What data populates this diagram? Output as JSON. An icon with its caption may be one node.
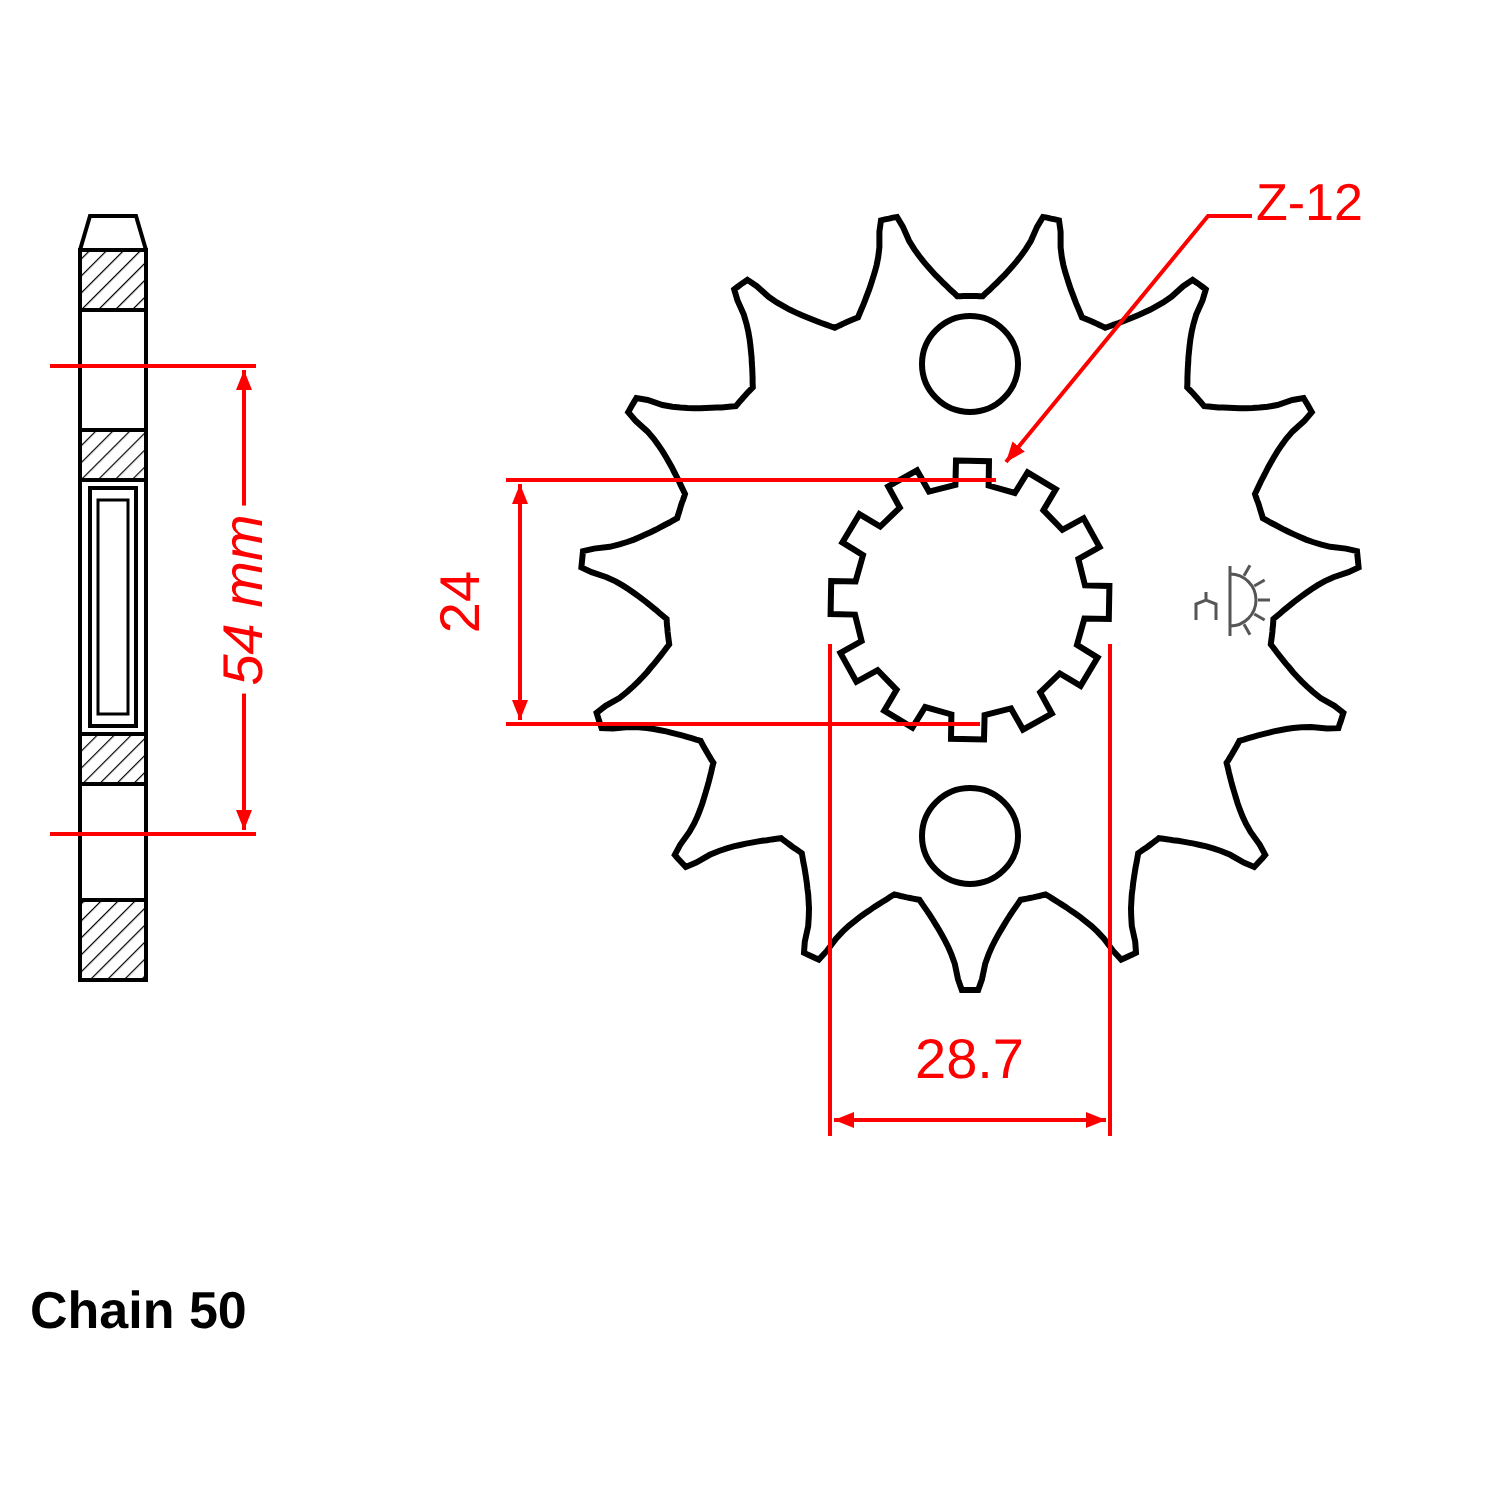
{
  "diagram": {
    "nodes": [
      {
        "text": [
          "Z-12"
        ]
      },
      {
        "text": [],
        "shape": "picture"
      }
    ],
    "edges": [
      {
        "from": 0,
        "to": 1,
        "arrow": "to"
      }
    ],
    "labels": [
      "54 mm",
      "24",
      "28.7",
      "Chain 50"
    ]
  }
}
